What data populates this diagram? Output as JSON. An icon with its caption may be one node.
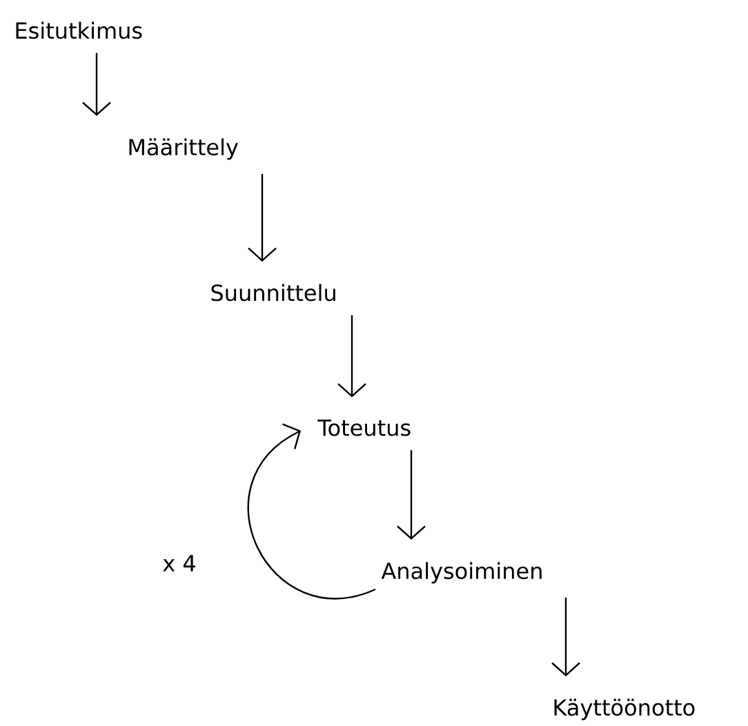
{
  "diagram": {
    "nodes": [
      {
        "text": [
          "Esitutkimus"
        ]
      },
      {
        "text": [
          "Määrittely"
        ]
      },
      {
        "text": [
          "Suunnittelu"
        ]
      },
      {
        "text": [
          "Toteutus"
        ]
      },
      {
        "text": [
          "Analysoiminen"
        ]
      },
      {
        "text": [
          "Käyttöönotto"
        ]
      }
    ],
    "edges": [
      {
        "from": 0,
        "to": 1,
        "arrow": "to"
      },
      {
        "from": 1,
        "to": 2,
        "arrow": "to"
      },
      {
        "from": 2,
        "to": 3,
        "arrow": "to"
      },
      {
        "from": 3,
        "to": 4,
        "arrow": "to"
      },
      {
        "from": 4,
        "to": 5,
        "arrow": "to"
      },
      {
        "from": 4,
        "to": 3,
        "arrow": "to",
        "label": "x 4"
      }
    ]
  }
}
